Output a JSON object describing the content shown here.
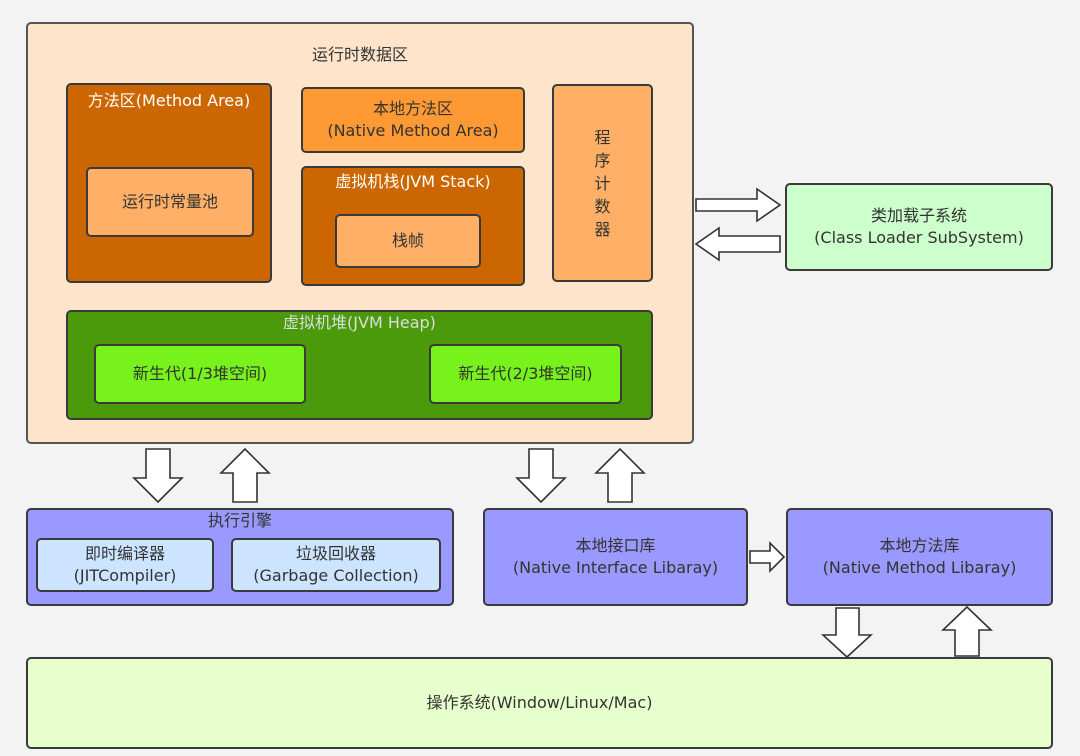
{
  "runtime_area": {
    "title": "运行时数据区"
  },
  "method_area": {
    "title": "方法区(Method Area)",
    "pool": "运行时常量池"
  },
  "native_method_area": {
    "line1": "本地方法区",
    "line2": "(Native Method Area)"
  },
  "jvm_stack": {
    "title": "虚拟机栈(JVM Stack)",
    "frame": "栈帧"
  },
  "program_counter": {
    "chars": [
      "程",
      "序",
      "计",
      "数",
      "器"
    ]
  },
  "jvm_heap": {
    "title": "虚拟机堆(JVM Heap)",
    "young": "新生代(1/3堆空间)",
    "old": "新生代(2/3堆空间)"
  },
  "class_loader": {
    "line1": "类加载子系统",
    "line2": "(Class Loader SubSystem)"
  },
  "execution_engine": {
    "title": "执行引擎",
    "jit_line1": "即时编译器",
    "jit_line2": "(JITCompiler)",
    "gc_line1": "垃圾回收器",
    "gc_line2": "(Garbage Collection)"
  },
  "native_interface": {
    "line1": "本地接口库",
    "line2": "(Native Interface Libaray)"
  },
  "native_library": {
    "line1": "本地方法库",
    "line2": "(Native Method Libaray)"
  },
  "os": {
    "label": "操作系统(Window/Linux/Mac)"
  }
}
